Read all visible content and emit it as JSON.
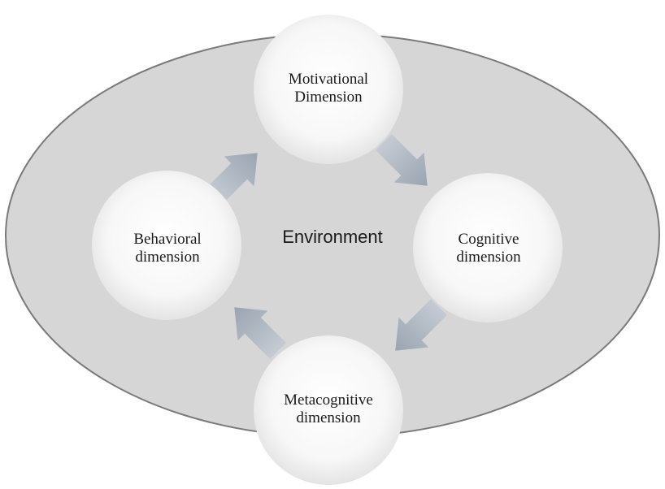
{
  "diagram": {
    "environment_label": "Environment",
    "nodes": {
      "motivational": {
        "line1": "Motivational",
        "line2": "Dimension"
      },
      "cognitive": {
        "line1": "Cognitive",
        "line2": "dimension"
      },
      "metacognitive": {
        "line1": "Metacognitive",
        "line2": "dimension"
      },
      "behavioral": {
        "line1": "Behavioral",
        "line2": "dimension"
      }
    },
    "arrows": [
      {
        "from": "behavioral",
        "to": "motivational"
      },
      {
        "from": "motivational",
        "to": "cognitive"
      },
      {
        "from": "cognitive",
        "to": "metacognitive"
      },
      {
        "from": "metacognitive",
        "to": "behavioral"
      }
    ],
    "colors": {
      "environment_fill": "#d6d6d6",
      "environment_stroke": "#7a7a7a",
      "node_fill": "#ffffff",
      "arrow_fill": "#a9b2bd"
    }
  }
}
